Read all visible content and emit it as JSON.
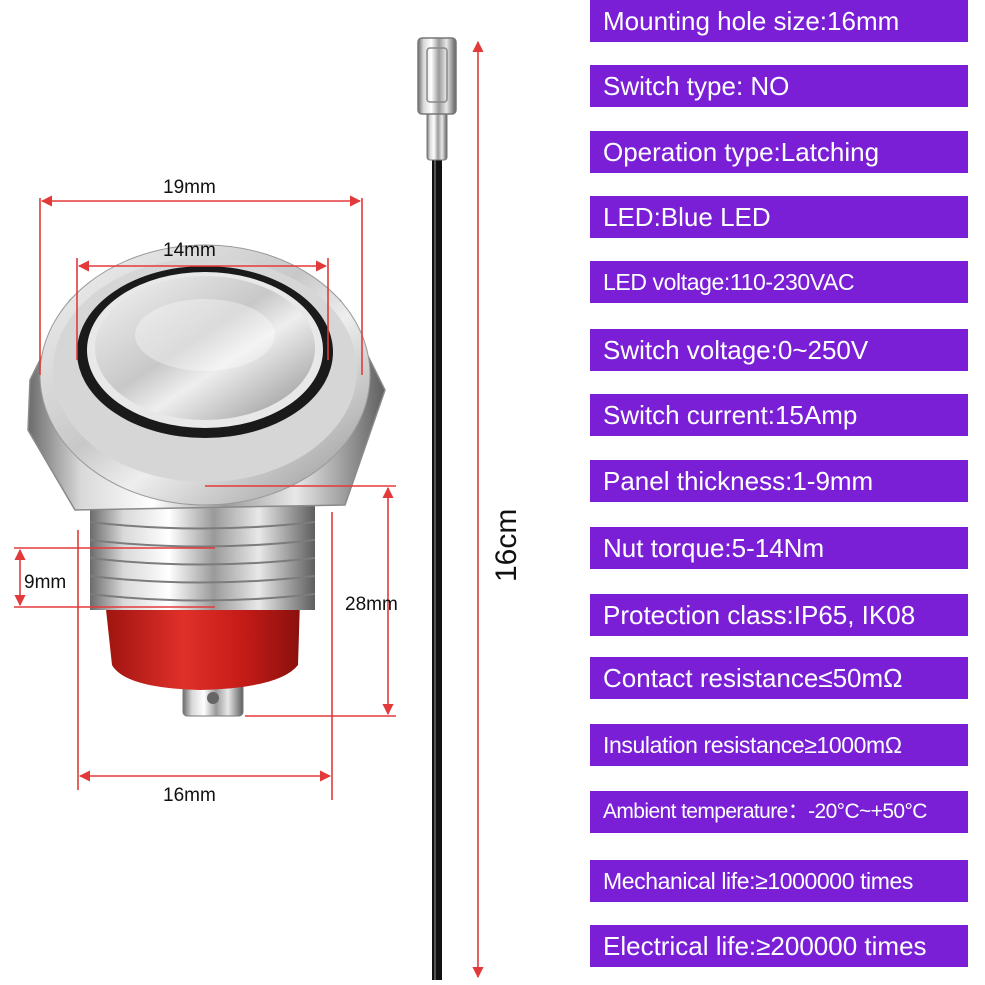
{
  "dimensions": {
    "outer_diameter": "19mm",
    "button_diameter": "14mm",
    "thread_length": "9mm",
    "body_length": "28mm",
    "hole_diameter": "16mm",
    "cable_length": "16cm"
  },
  "colors": {
    "spec_background": "#7a1fd6",
    "spec_text": "#ffffff",
    "dimension_line": "#e23a3a",
    "cable": "#111111",
    "insulator": "#d8231f"
  },
  "specs": [
    "Mounting hole size:16mm",
    "Switch type: NO",
    "Operation type:Latching",
    "LED:Blue LED",
    "LED voltage:110-230VAC",
    "Switch voltage:0~250V",
    "Switch current:15Amp",
    "Panel thickness:1-9mm",
    "Nut torque:5-14Nm",
    "Protection class:IP65, IK08",
    "Contact resistance≤50mΩ",
    "Insulation resistance≥1000mΩ",
    "Ambient temperature：-20°C~+50°C",
    "Mechanical life:≥1000000 times",
    "Electrical life:≥200000 times"
  ]
}
